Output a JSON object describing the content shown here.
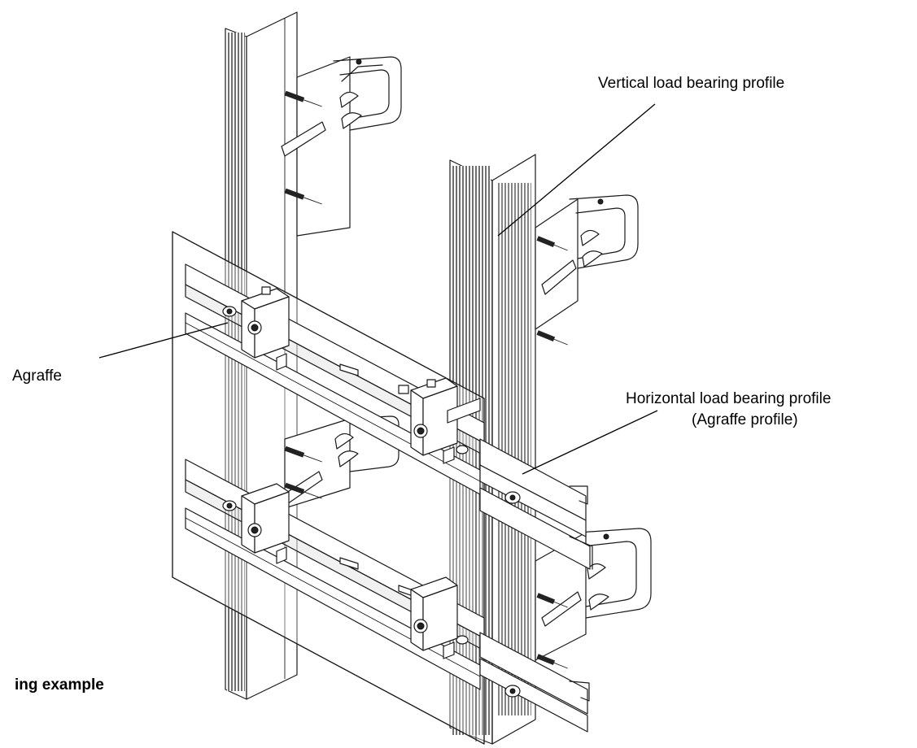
{
  "labels": {
    "vertical_profile": "Vertical load bearing profile",
    "agraffe": "Agraffe",
    "horizontal_profile_line1": "Horizontal load bearing profile",
    "horizontal_profile_line2": "(Agraffe profile)"
  },
  "caption": "ing example",
  "colors": {
    "ink": "#1a1a1a",
    "background": "#ffffff"
  }
}
